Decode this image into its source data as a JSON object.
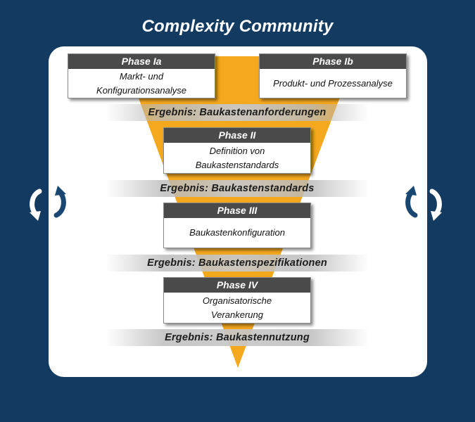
{
  "title": "Complexity Community",
  "colors": {
    "background": "#133a60",
    "panel": "#ffffff",
    "funnel": "#f4a81d",
    "phase_header": "#4a4a4a",
    "result_band": "#c8c8c8"
  },
  "phases": [
    {
      "label": "Phase Ia",
      "text": "Markt- und\nKonfigurationsanalyse"
    },
    {
      "label": "Phase Ib",
      "text": "Produkt- und Prozessanalyse"
    },
    {
      "label": "Phase II",
      "text": "Definition von\nBaukastenstandards"
    },
    {
      "label": "Phase III",
      "text": "Baukastenkonfiguration"
    },
    {
      "label": "Phase IV",
      "text": "Organisatorische\nVerankerung"
    }
  ],
  "results": [
    "Ergebnis: Baukastenanforderungen",
    "Ergebnis: Baukastenstandards",
    "Ergebnis: Baukastenspezifikationen",
    "Ergebnis: Baukastennutzung"
  ],
  "icons": {
    "left": "cycle-arrows-icon",
    "right": "cycle-arrows-icon"
  }
}
